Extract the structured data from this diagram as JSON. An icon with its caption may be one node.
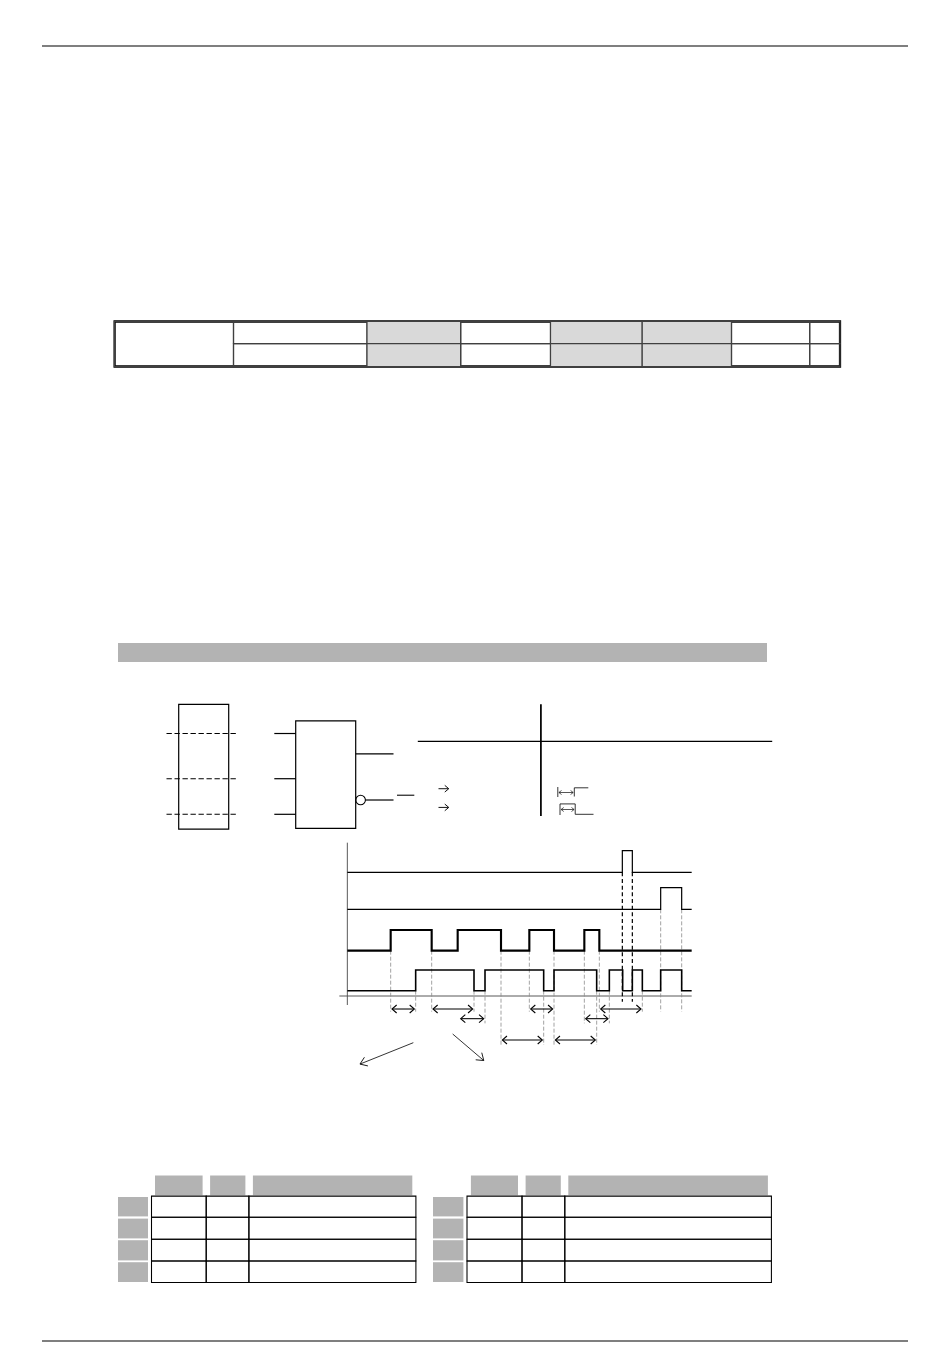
{
  "diagram": {
    "nodes": [
      {
        "text": [],
        "shape": "bar"
      },
      {
        "text": [],
        "shape": "box"
      },
      {
        "text": [],
        "shape": "box"
      }
    ]
  }
}
